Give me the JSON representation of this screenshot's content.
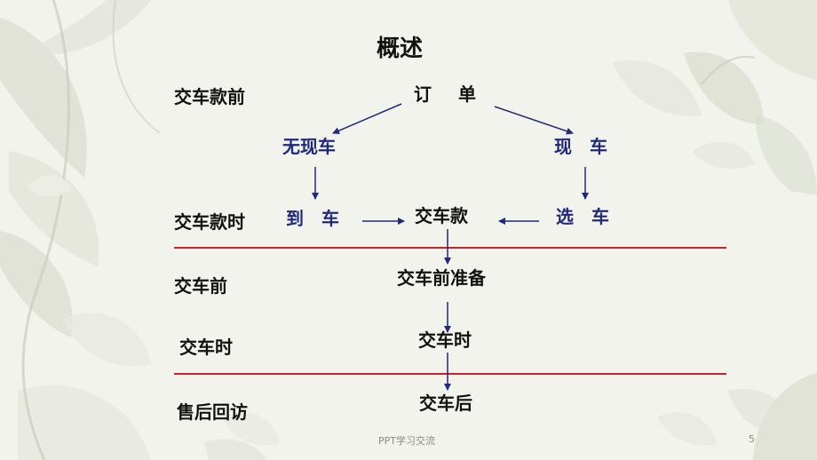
{
  "slide": {
    "title": "概述",
    "footer_text": "PPT学习交流",
    "page_number": "5"
  },
  "stages": {
    "before_payment": "交车款前",
    "during_payment": "交车款时",
    "before_delivery": "交车前",
    "during_delivery": "交车时",
    "after_sales": "售后回访"
  },
  "nodes": {
    "order_a": "订",
    "order_b": "单",
    "no_stock": "无现车",
    "in_stock": "现　车",
    "arrival": "到　车",
    "payment": "交车款",
    "selection": "选　车",
    "delivery_prep": "交车前准备",
    "delivery": "交车时",
    "after_delivery": "交车后"
  },
  "colors": {
    "divider": "#d0202a",
    "arrow": "#1f2a7a",
    "node_text_blue": "#1f2a7a",
    "node_text_black": "#111111"
  }
}
